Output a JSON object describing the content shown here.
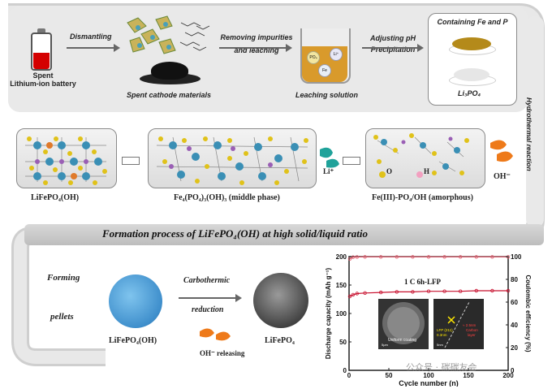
{
  "top": {
    "battery_label": "Spent\nLithium-ion battery",
    "step1": "Dismantling",
    "cathode_label": "Spent cathode materials",
    "step2": "Removing impurities\nand leaching",
    "leach_label": "Leaching solution",
    "step3": "Adjusting pH\nPrecipitation",
    "fep_label": "Containing Fe and P",
    "li3po4_label": "Li₃PO₄",
    "ion_po4": "PO₄",
    "ion_fe": "Fe",
    "ion_li": "Li⁺"
  },
  "side": {
    "hydrothermal": "Hydrothermal reaction"
  },
  "middle": {
    "lfp_oh_label": "LiFePO₄(OH)",
    "middle_phase_label": "Fe₄(PO₄)₃(OH)₃ (middle phase)",
    "amorphous_label": "Fe(III)-PO₄/OH  (amorphous)",
    "li_plus": "Li⁺",
    "oh_minus": "OH⁻",
    "legend_o": "O",
    "legend_h": "H"
  },
  "banner": "Formation process of LiFePO₄(OH) at high solid/liquid ratio",
  "bottom": {
    "forming": "Forming",
    "pellets": "pellets",
    "lfp_oh_label": "LiFePO₄(OH)",
    "carbothermic": "Carbothermic",
    "reduction": "reduction",
    "oh_releasing": "OH⁻ releasing",
    "lfp_label": "LiFePO₄"
  },
  "chart_data": {
    "type": "scatter",
    "title": "1 C  6h-LFP",
    "xlabel": "Cycle number (n)",
    "ylabel": "Discharge capacity (mAh g⁻¹)",
    "y2label": "Coulombic efficiency (%)",
    "xlim": [
      0,
      200
    ],
    "ylim": [
      0,
      200
    ],
    "y2lim": [
      0,
      100
    ],
    "x_ticks": [
      "0",
      "50",
      "100",
      "150",
      "200"
    ],
    "y_ticks": [
      "0",
      "50",
      "100",
      "150",
      "200"
    ],
    "y2_ticks": [
      "0",
      "20",
      "40",
      "60",
      "80",
      "100"
    ],
    "series": [
      {
        "axis": "left",
        "color": "#c8102e",
        "x": [
          1,
          5,
          10,
          20,
          40,
          60,
          80,
          100,
          120,
          140,
          160,
          180,
          200
        ],
        "y": [
          130,
          133,
          135,
          136,
          137,
          138,
          138,
          139,
          139,
          139,
          140,
          140,
          140
        ]
      },
      {
        "axis": "right",
        "color": "#e06070",
        "x": [
          1,
          5,
          10,
          20,
          40,
          60,
          80,
          100,
          120,
          140,
          160,
          180,
          200
        ],
        "y": [
          98,
          99.5,
          99.7,
          99.8,
          99.8,
          99.8,
          99.8,
          99.8,
          99.8,
          99.8,
          99.8,
          99.8,
          99.8
        ]
      }
    ],
    "inset_left_text": "Uniform coating",
    "inset_left_scale": "5μm",
    "inset_right_lfp": "LFP (211)",
    "inset_right_spacing": "0.3nm",
    "inset_right_carbon": "≈ 2.5nm",
    "inset_right_carbon2": "Carbon",
    "inset_right_carbon3": "layer",
    "inset_right_scale": "5nm"
  },
  "watermark": "公众号 · 碳碳友会"
}
